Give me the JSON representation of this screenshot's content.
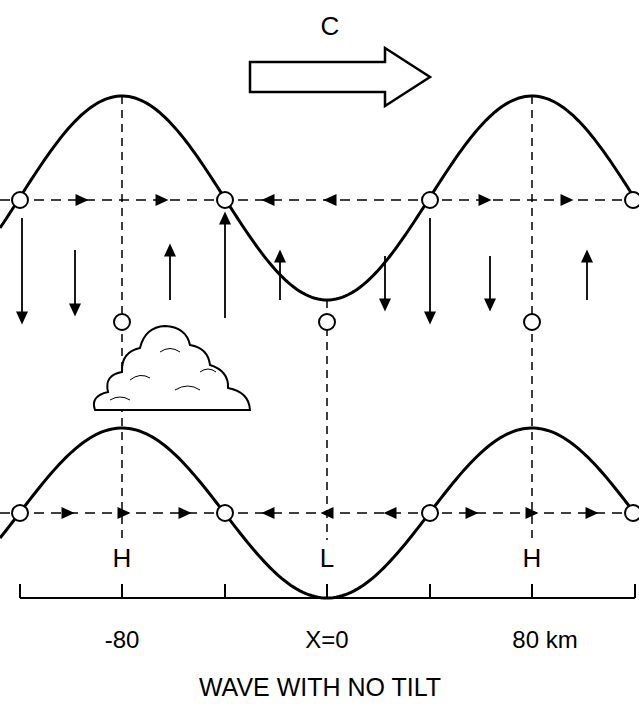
{
  "diagram": {
    "caption": "WAVE WITH NO TILT",
    "labels": [
      "C",
      "H",
      "L",
      "H",
      "-80",
      "X=0",
      "80 km"
    ]
  }
}
